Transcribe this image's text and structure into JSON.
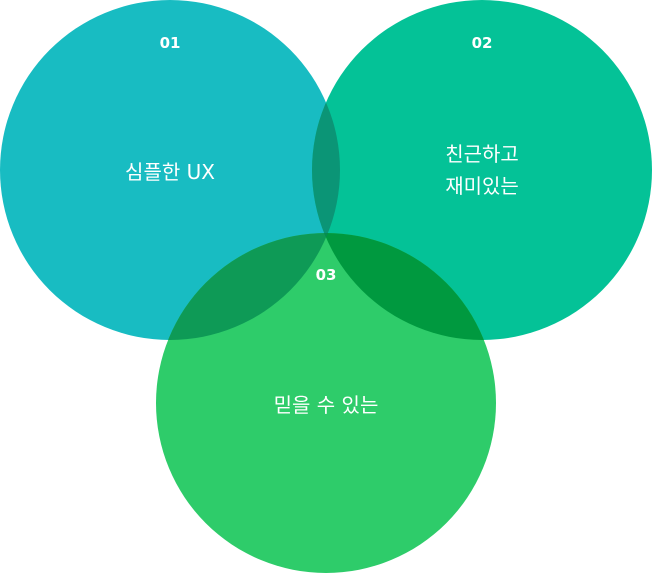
{
  "diagram": {
    "circles": [
      {
        "number": "01",
        "lines": [
          "심플한 UX"
        ],
        "color": "#18bcc2"
      },
      {
        "number": "02",
        "lines": [
          "친근하고",
          "재미있는"
        ],
        "color": "#04c297"
      },
      {
        "number": "03",
        "lines": [
          "믿을 수 있는"
        ],
        "color": "#2ecc6a"
      }
    ],
    "overlap_colors": {
      "circle_1_and_2": "#0b9576",
      "circle_1_and_3": "#0e9a56",
      "circle_2_and_3": "#00993f",
      "all_three": "#078c52"
    }
  }
}
